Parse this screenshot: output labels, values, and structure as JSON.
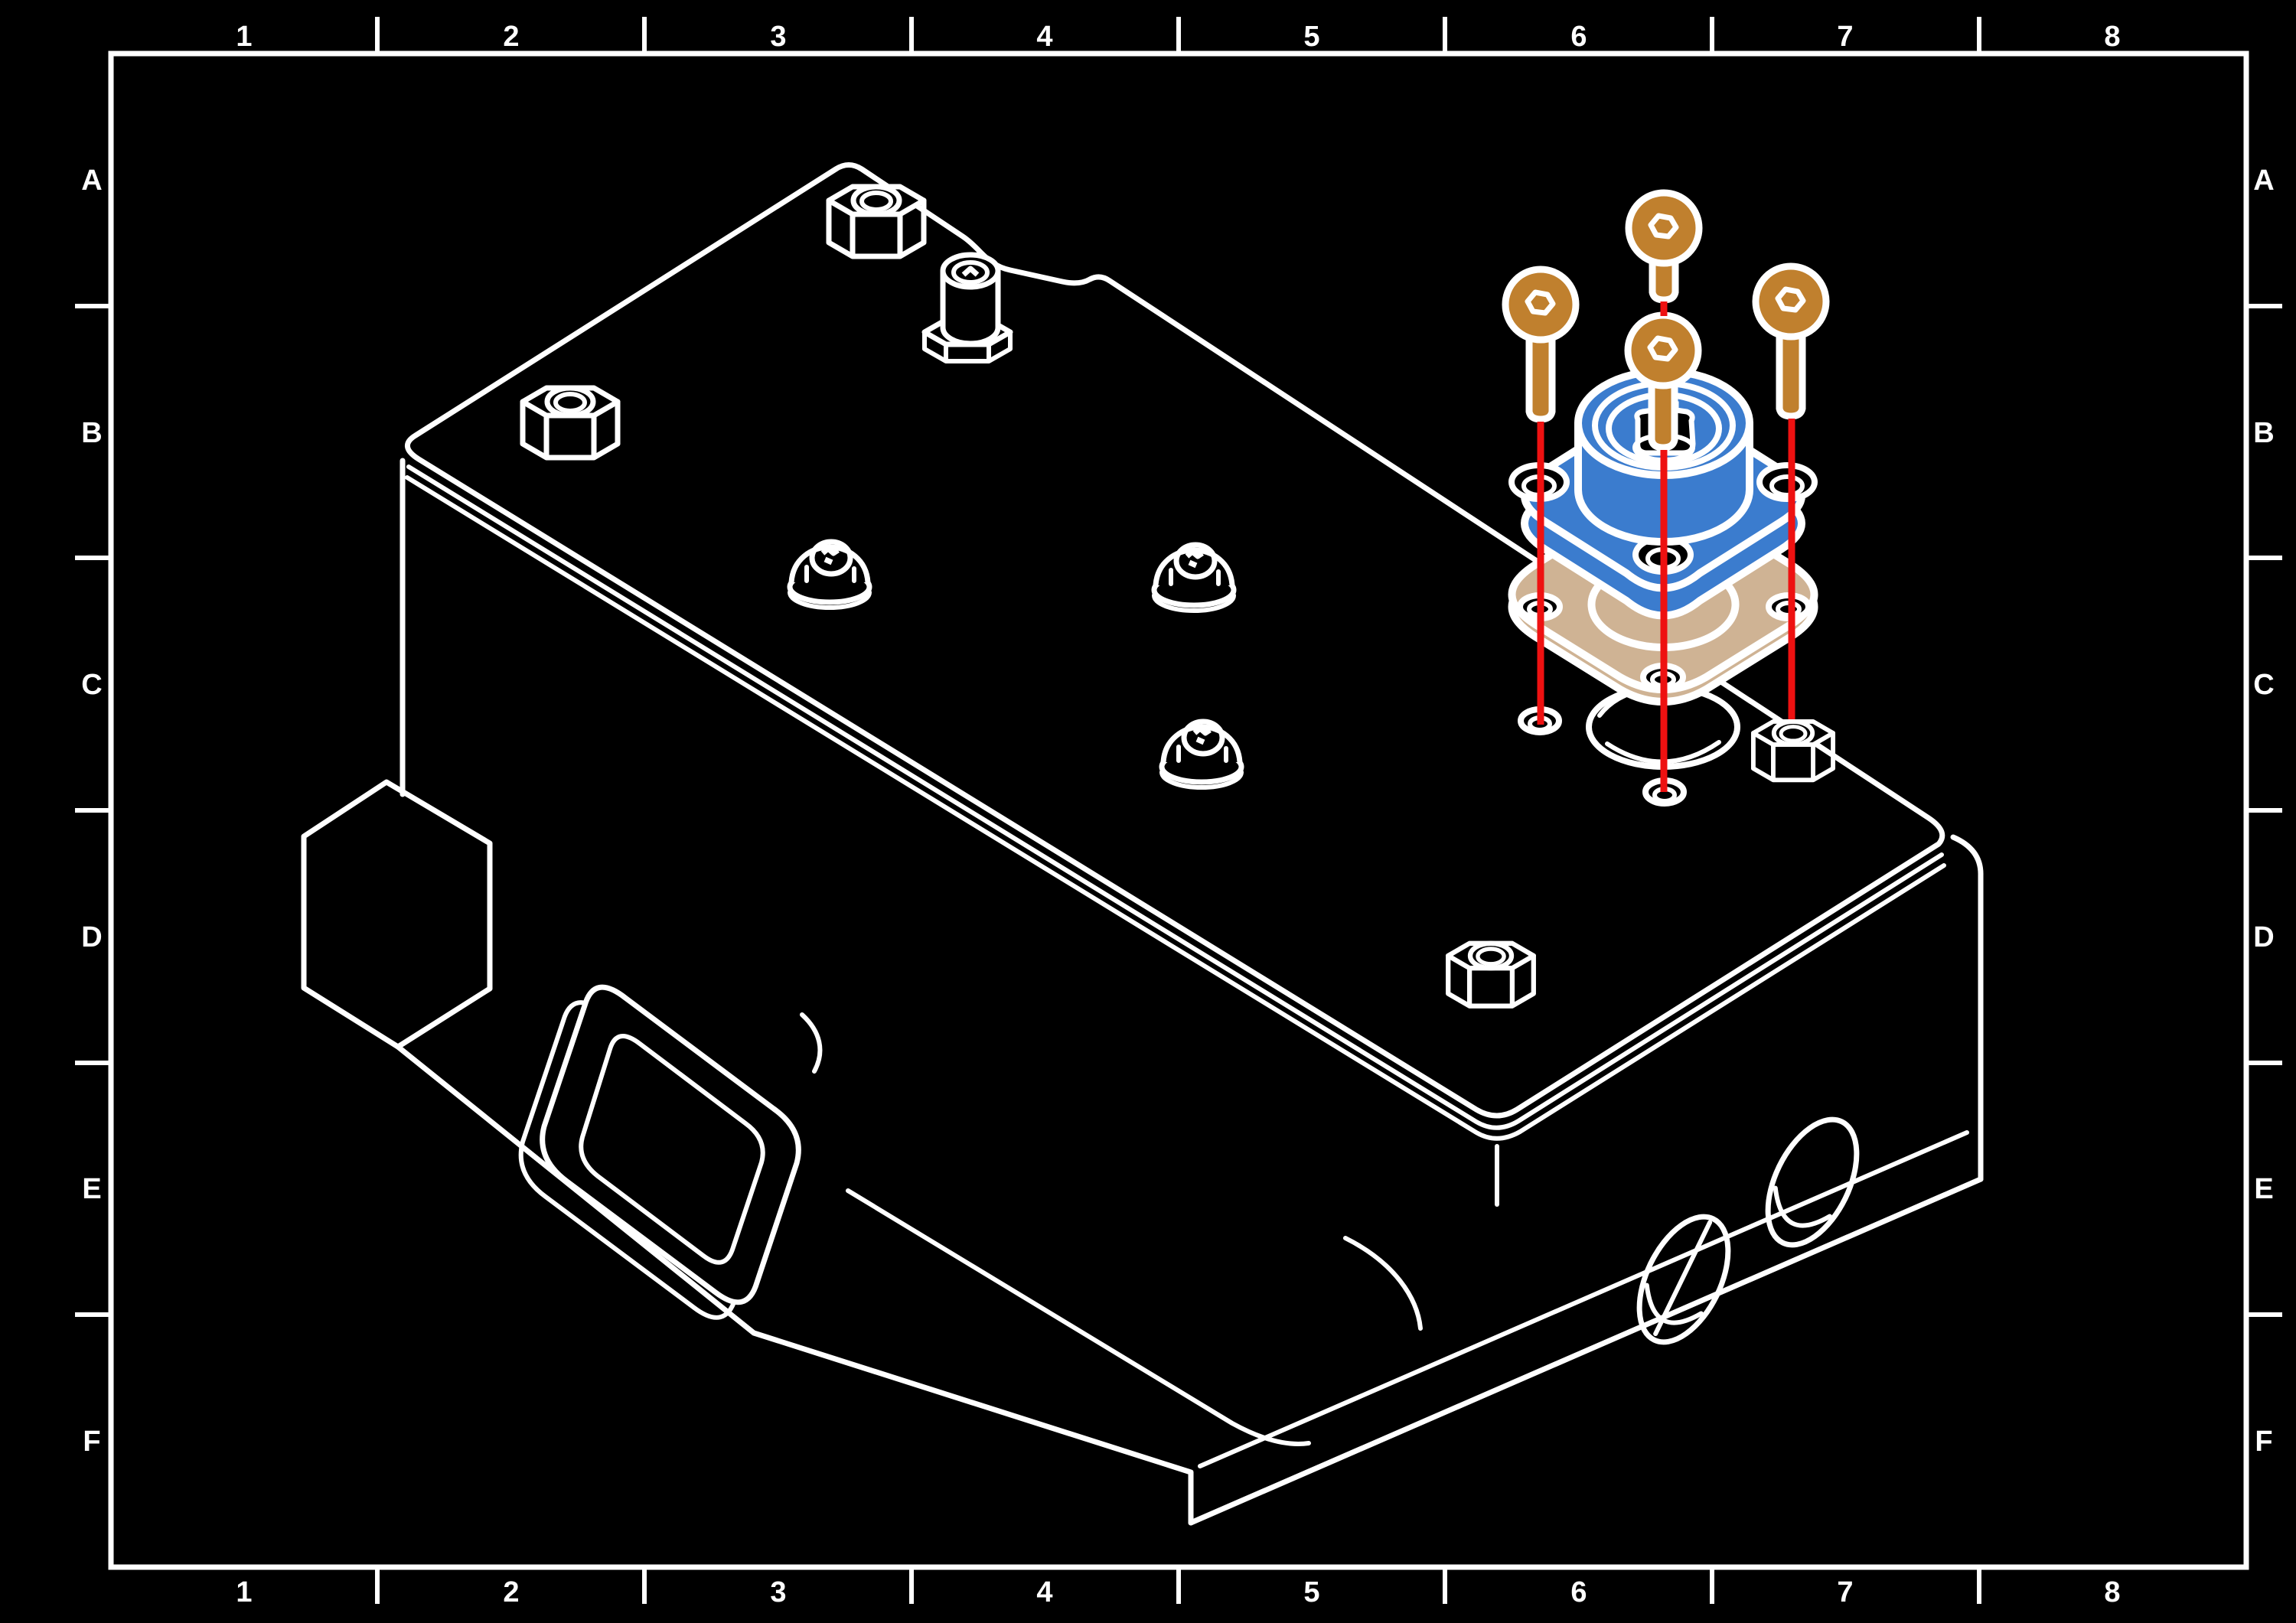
{
  "drawing": {
    "kind": "isometric exploded-view technical drawing",
    "background_color": "#000000",
    "line_color": "#ffffff",
    "grid": {
      "columns": [
        "1",
        "2",
        "3",
        "4",
        "5",
        "6",
        "7",
        "8"
      ],
      "rows": [
        "A",
        "B",
        "C",
        "D",
        "E",
        "F"
      ]
    },
    "colors": {
      "screw_copper": "#c0802e",
      "connector_blue": "#3b7cce",
      "gasket_tan": "#cfb394",
      "alignment_red": "#ee1111"
    },
    "parts": {
      "enclosure": "enclosure-body",
      "top_plate": "top-cover-plate",
      "connector": "flange-mount-connector",
      "gasket": "connector-gasket",
      "screws": "socket-head-screws-x4",
      "alignment_lines": "red-alignment-lines-x4"
    }
  }
}
